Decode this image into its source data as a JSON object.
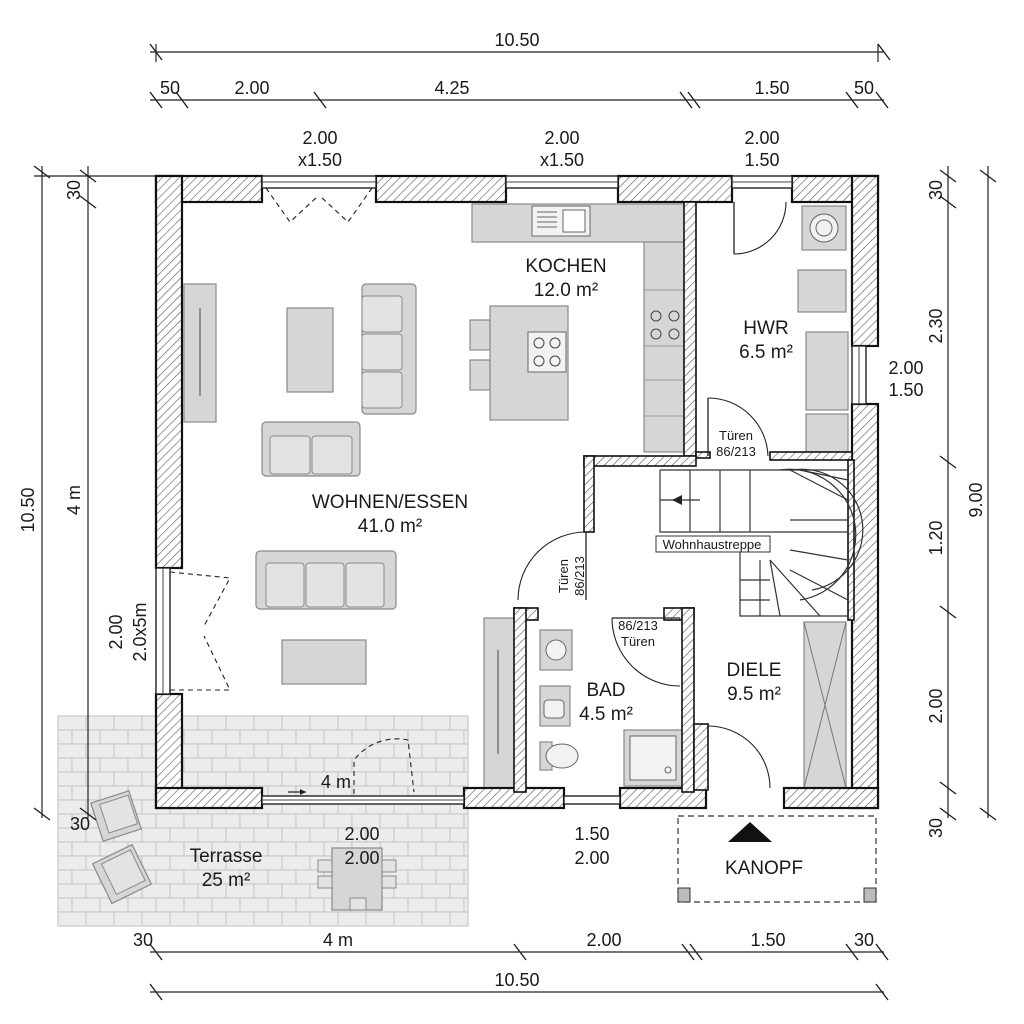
{
  "dimensions": {
    "top_total": "10.50",
    "top_segments": [
      "50",
      "2.00",
      "4.25",
      "1.50",
      "50"
    ],
    "bottom_total": "10.50",
    "bottom_segments": [
      "30",
      "4 m",
      "2.00",
      "1.50",
      "30"
    ],
    "left_total": "10.50",
    "left_segments": [
      "30",
      "4 m",
      "30"
    ],
    "right_total": "9.00",
    "right_segments": [
      "30",
      "2.30",
      "1.20",
      "2.00",
      "30"
    ]
  },
  "windows": {
    "top_left": [
      "2.00",
      "x1.50"
    ],
    "top_mid": [
      "2.00",
      "x1.50"
    ],
    "top_right": [
      "2.00",
      "1.50"
    ],
    "right": [
      "2.00",
      "1.50"
    ],
    "left": [
      "2.00",
      "2.0x5m"
    ],
    "bottom_left": "4 m",
    "bottom_right": [
      "1.50",
      "2.00"
    ],
    "terrace": [
      "2.00",
      "2.00"
    ]
  },
  "rooms": {
    "kochen": {
      "name": "KOCHEN",
      "area": "12.0 m²"
    },
    "hwr": {
      "name": "HWR",
      "area": "6.5 m²"
    },
    "wohnen": {
      "name": "WOHNEN/ESSEN",
      "area": "41.0 m²"
    },
    "bad": {
      "name": "BAD",
      "area": "4.5 m²"
    },
    "diele": {
      "name": "DIELE",
      "area": "9.5 m²"
    },
    "terrasse": {
      "name": "Terrasse",
      "area": "25 m²"
    }
  },
  "doors": {
    "hwr": [
      "Türen",
      "86/213"
    ],
    "wohnen": [
      "Türen",
      "86/213"
    ],
    "bad": [
      "86/213",
      "Türen"
    ]
  },
  "labels": {
    "stair": "Wohnhaustreppe",
    "canopy": "KANOPF"
  }
}
